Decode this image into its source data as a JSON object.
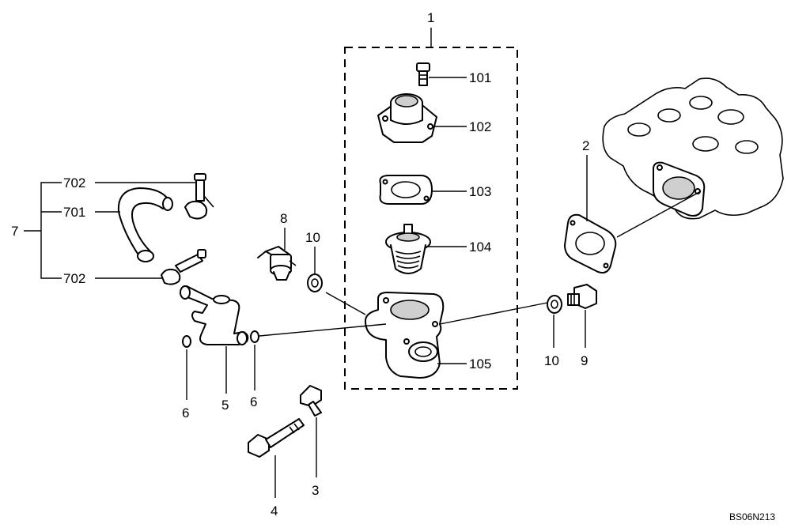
{
  "labels": {
    "l1": "1",
    "l101": "101",
    "l102": "102",
    "l103": "103",
    "l104": "104",
    "l105": "105",
    "l2": "2",
    "l3": "3",
    "l4": "4",
    "l5": "5",
    "l6a": "6",
    "l6b": "6",
    "l7": "7",
    "l701": "701",
    "l702a": "702",
    "l702b": "702",
    "l8": "8",
    "l9": "9",
    "l10a": "10",
    "l10b": "10"
  },
  "drawing_code": "BS06N213"
}
